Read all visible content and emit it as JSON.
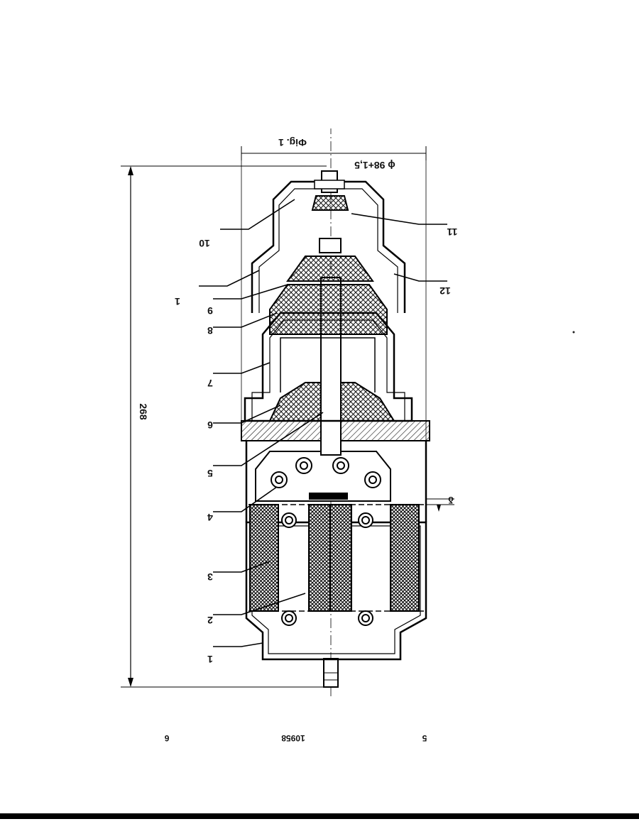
{
  "figure": {
    "caption": "Фig. 1",
    "diameter": "ϕ 98+1,5",
    "height": "268",
    "gap_symbol": "δ"
  },
  "parts": [
    "1",
    "2",
    "3",
    "4",
    "5",
    "6",
    "7",
    "8",
    "9",
    "1",
    "10",
    "11",
    "12"
  ],
  "page_marks": {
    "left": "6",
    "center": "10958",
    "right": "5"
  },
  "rotation": "180°"
}
